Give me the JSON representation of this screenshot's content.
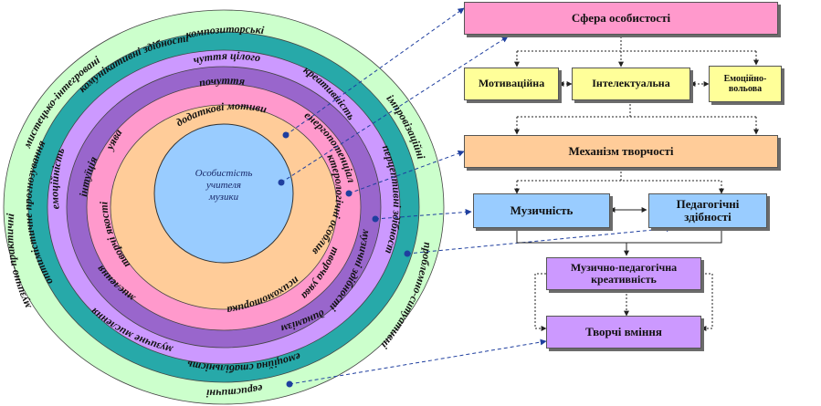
{
  "diagram": {
    "center": {
      "lines": [
        "Особистість",
        "учителя",
        "музики"
      ]
    },
    "rings": [
      {
        "color": "#ccffcc",
        "labels": [
          "композиторські",
          "імпровізаційні",
          "проблемно-ситуативні",
          "евристичні",
          "музично-практичні",
          "мистецько-інтегровані"
        ]
      },
      {
        "color": "#27a9a9",
        "labels": [
          "комунікативні здібності",
          "перцептивні здібності",
          "емоційна стабільність",
          "оптимістичне прогнозування"
        ]
      },
      {
        "color": "#cc99ff",
        "labels": [
          "креативність",
          "музичні здібності",
          "динамізм",
          "музичне мислення",
          "емоційність"
        ]
      },
      {
        "color": "#9966cc",
        "labels": [
          "чуття цілого",
          "творча уява",
          "мислення",
          "інтуїція"
        ]
      },
      {
        "color": "#ff99cc",
        "labels": [
          "почуття",
          "енергопотенціал",
          "психомоторика",
          "творчі якості",
          "уява"
        ]
      },
      {
        "color": "#ffcc99",
        "labels": [
          "додаткові мотиви",
          "характерологічні особливості"
        ]
      },
      {
        "color": "#99ccff",
        "labels": []
      }
    ],
    "boxes": {
      "sphere": "Сфера особистості",
      "motiv": "Мотиваційна",
      "intel": "Інтелектуальна",
      "emot": "Емоційно-вольова",
      "mech": "Механізм творчості",
      "music": "Музичність",
      "ped": "Педагогічні здібності",
      "creat": "Музично-педагогічна креативність",
      "skills": "Творчі вміння"
    }
  }
}
